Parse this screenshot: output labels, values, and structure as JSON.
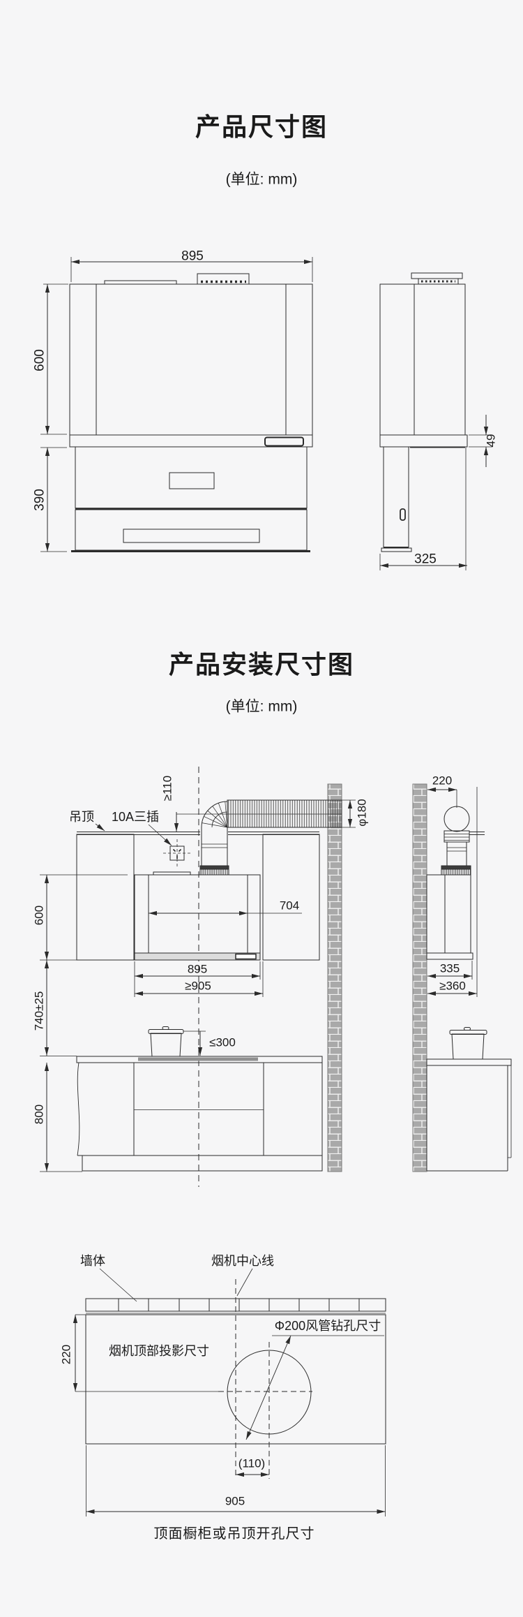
{
  "page": {
    "bg_color": "#f6f6f7",
    "line_color": "#2b2b2b",
    "wall_color": "#a9a9a9"
  },
  "section1": {
    "title": "产品尺寸图",
    "unit": "(单位: mm)",
    "dims": {
      "hood_width": "895",
      "body_height": "600",
      "lower_height": "390",
      "strip_height": "49",
      "depth": "325"
    }
  },
  "section2": {
    "title": "产品安装尺寸图",
    "unit": "(单位: mm)",
    "labels": {
      "ceiling": "吊顶",
      "socket": "10A三插"
    },
    "dims": {
      "duct_to_ceiling": "≥110",
      "duct_diameter": "φ180",
      "wall_to_duct_center": "220",
      "body_height": "600",
      "inner_width": "704",
      "hood_width": "895",
      "opening_width": "≥905",
      "install_height": "740±25",
      "hood_depth": "335",
      "opening_depth": "≥360",
      "pot_clearance": "≤300",
      "counter_height": "800"
    }
  },
  "section3": {
    "labels": {
      "wall": "墙体",
      "hood_centerline": "烟机中心线",
      "top_projection": "烟机顶部投影尺寸",
      "drill_hole": "Φ200风管钻孔尺寸"
    },
    "dims": {
      "wall_offset": "220",
      "center_offset": "(110)",
      "opening_width": "905"
    },
    "caption": "顶面橱柜或吊顶开孔尺寸"
  }
}
